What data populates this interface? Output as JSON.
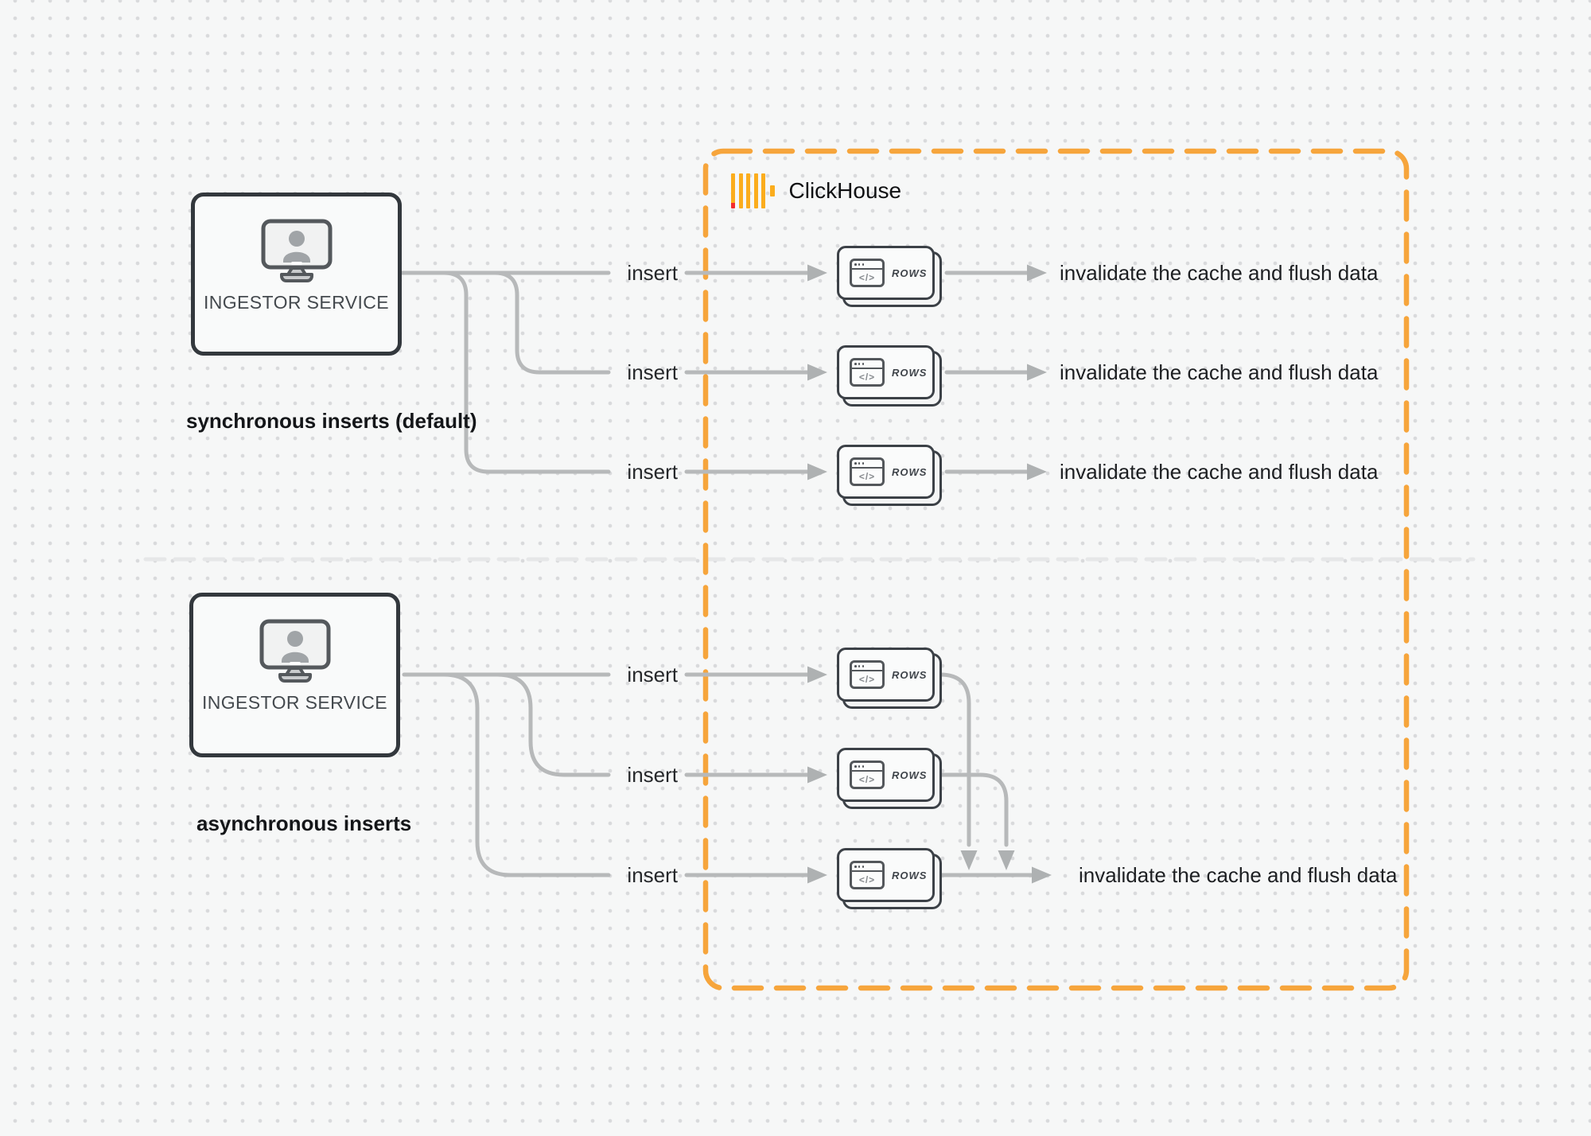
{
  "diagram": {
    "clickhouse_title": "ClickHouse",
    "ingestor_label": "INGESTOR SERVICE",
    "sync_section_label": "synchronous inserts (default)",
    "async_section_label": "asynchronous inserts",
    "insert_label": "insert",
    "invalidate_label": "invalidate the cache and flush data",
    "rows_label": "ROWS",
    "code_icon_glyph": "</>",
    "colors": {
      "clickhouse_orange_border": "#F6A53C",
      "clickhouse_bar_yellow": "#FBAD1D",
      "clickhouse_bar_red_tip": "#F32C2C",
      "connector_gray": "#b7b9ba",
      "arrowhead_gray": "#aeb1b2",
      "dark_box_border": "#33383d",
      "divider_gray": "#e6e7e8",
      "background": "#f6f7f7"
    }
  }
}
